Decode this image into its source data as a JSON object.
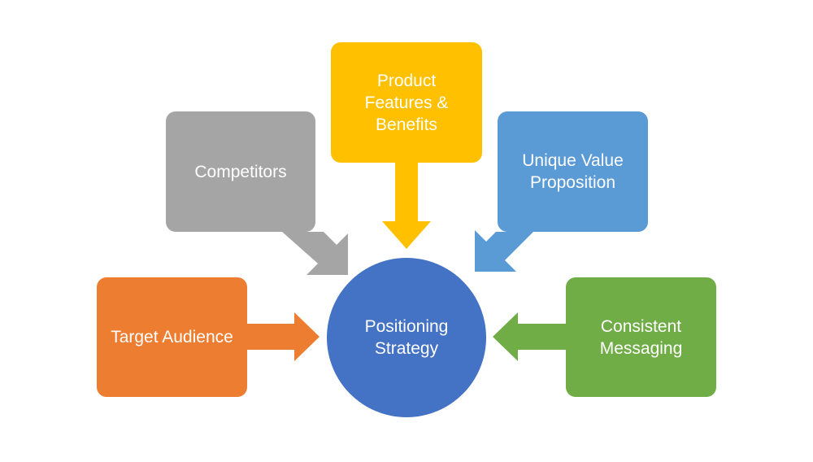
{
  "center": {
    "label": "Positioning\nStrategy",
    "color": "#4472C4"
  },
  "inputs": [
    {
      "id": "target-audience",
      "label": "Target Audience",
      "color": "#ED7D31"
    },
    {
      "id": "competitors",
      "label": "Competitors",
      "color": "#A5A5A5"
    },
    {
      "id": "product-features",
      "label": "Product\nFeatures &\nBenefits",
      "color": "#FFC000"
    },
    {
      "id": "unique-value",
      "label": "Unique Value\nProposition",
      "color": "#5B9BD5"
    },
    {
      "id": "consistent-messaging",
      "label": "Consistent\nMessaging",
      "color": "#70AD47"
    }
  ]
}
